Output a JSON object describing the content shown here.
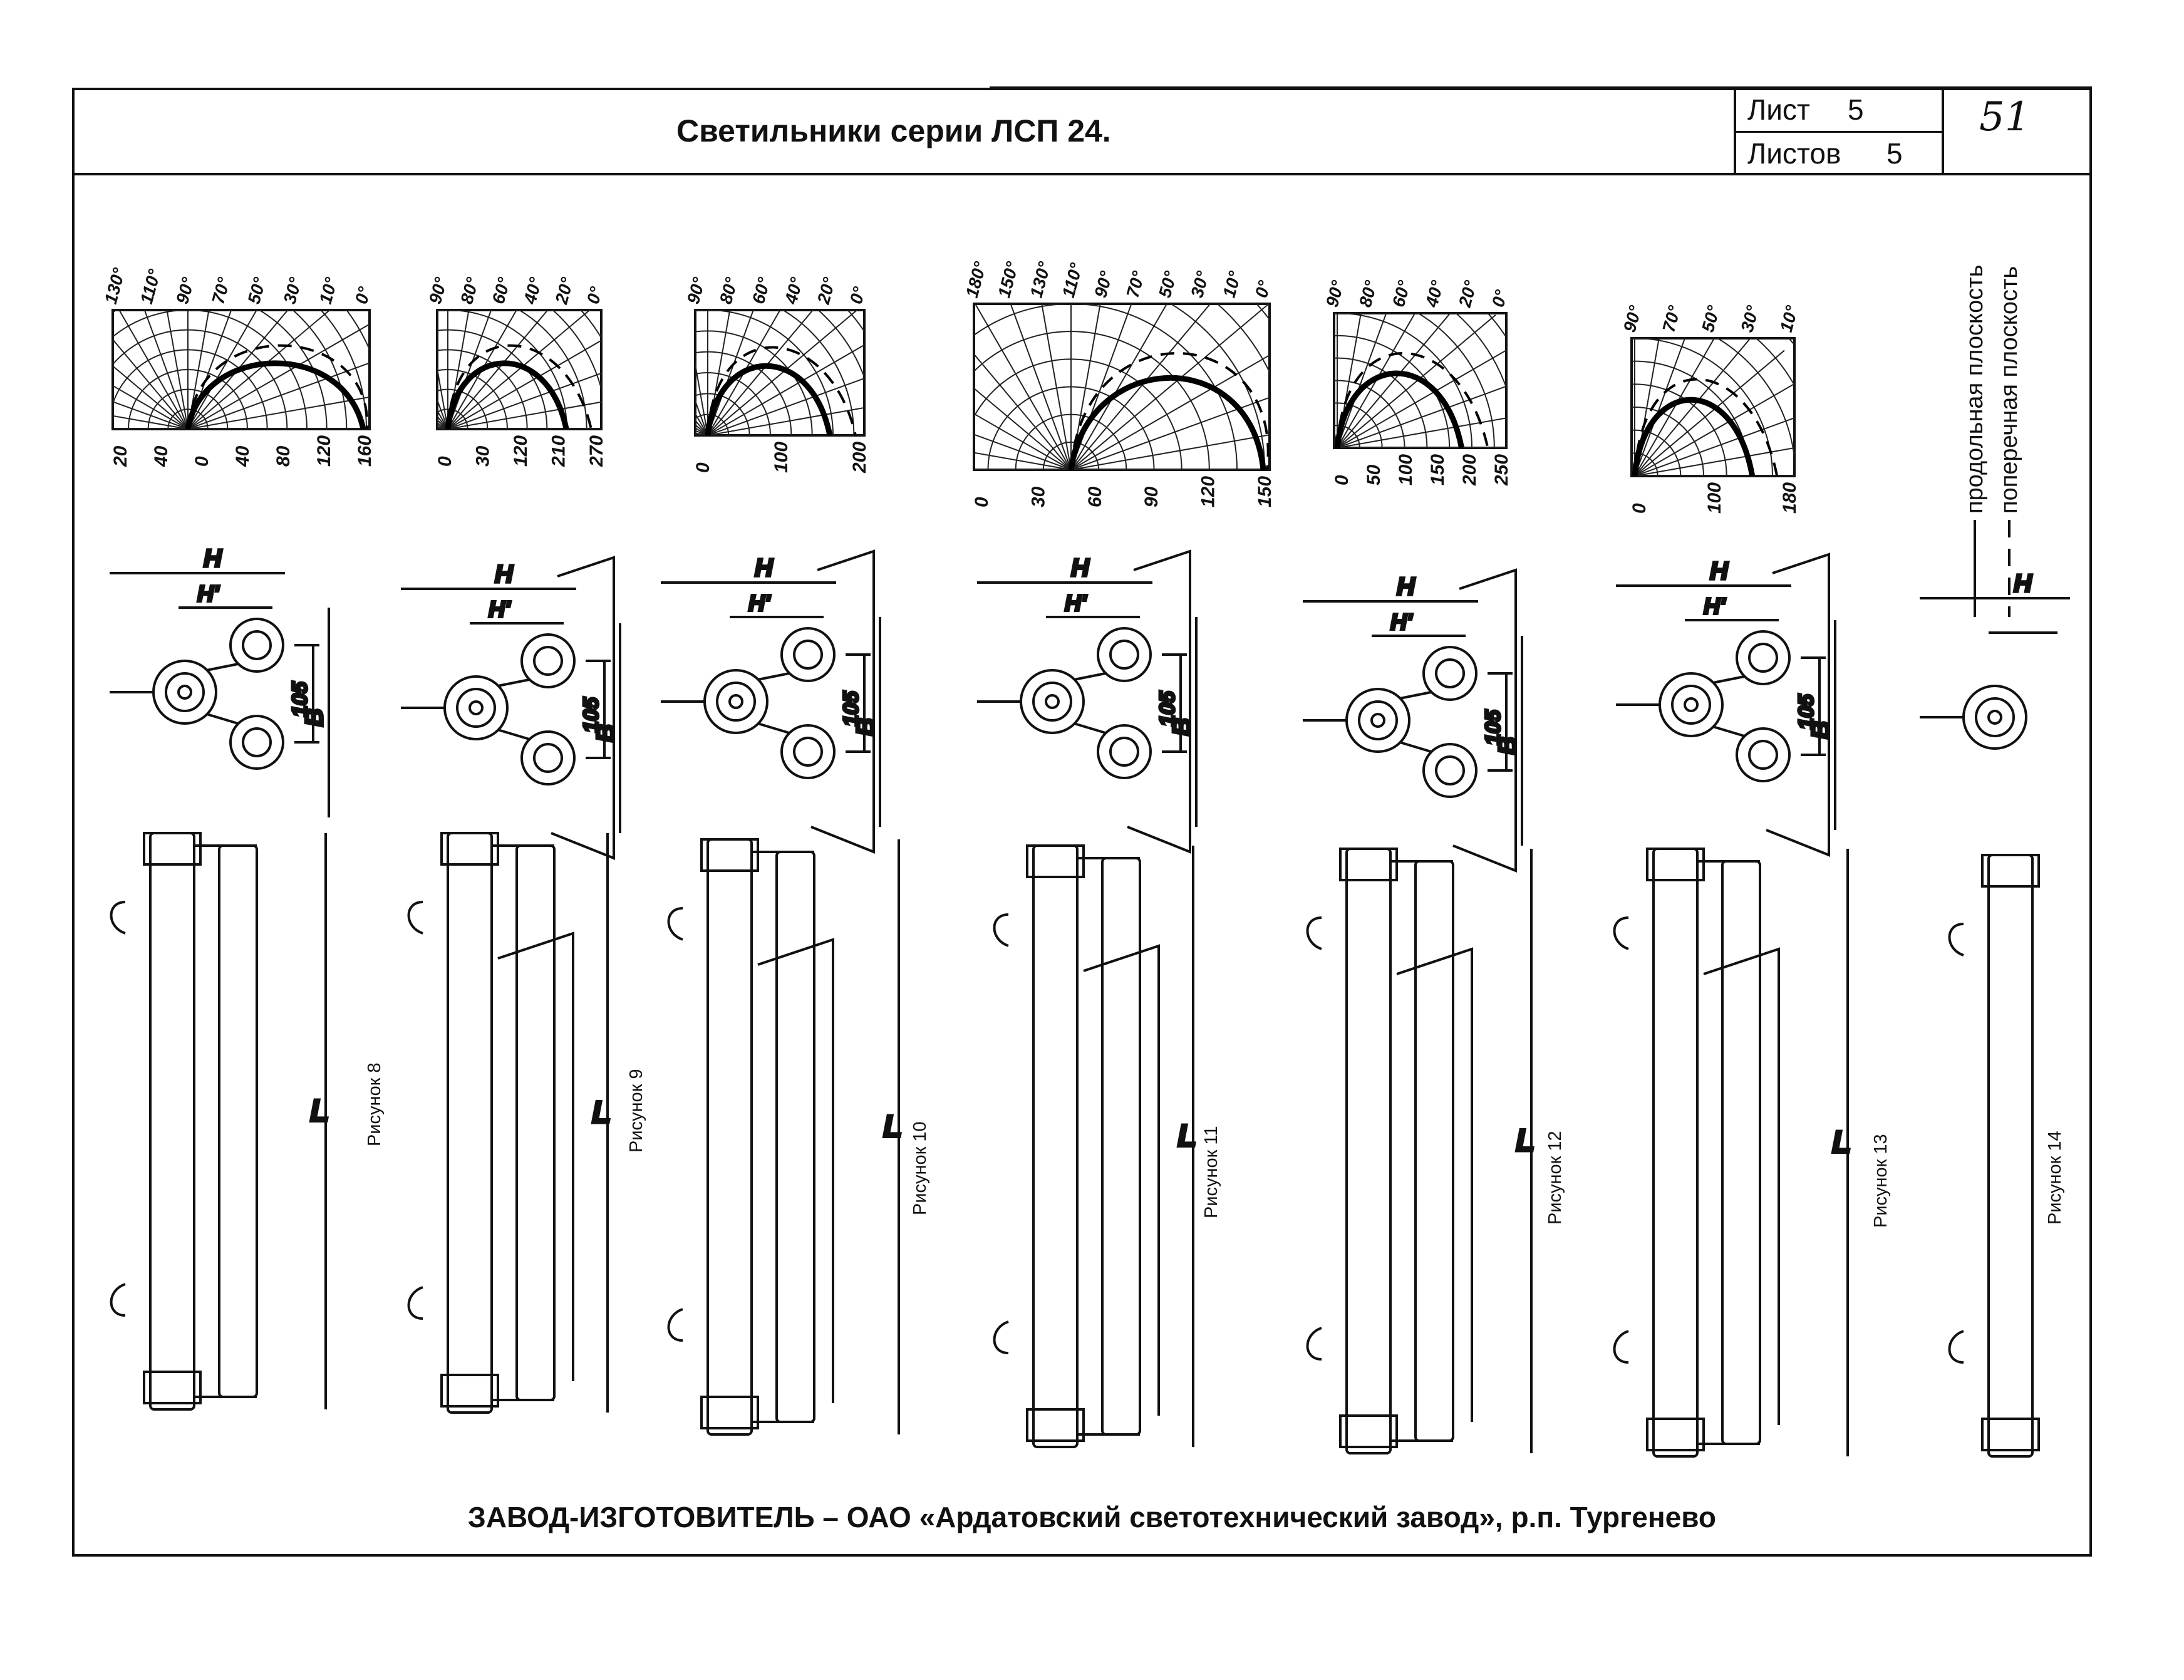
{
  "header": {
    "title": "Светильники серии ЛСП 24.",
    "sheet_label": "Лист",
    "sheet_value": "5",
    "sheets_label": "Листов",
    "sheets_value": "5",
    "handwritten_number": "51"
  },
  "legend": {
    "solid_label": "продольная плоскость",
    "dashed_label": "поперечная плоскость"
  },
  "figures": [
    {
      "label": "Рисунок 8"
    },
    {
      "label": "Рисунок 9"
    },
    {
      "label": "Рисунок 10"
    },
    {
      "label": "Рисунок 11"
    },
    {
      "label": "Рисунок 12"
    },
    {
      "label": "Рисунок 13"
    },
    {
      "label": "Рисунок 14"
    }
  ],
  "dims": {
    "h": "H",
    "h1": "H'",
    "b": "B",
    "len": "L",
    "size105": "105"
  },
  "polar_charts": [
    {
      "ticks": [
        "20",
        "40",
        "0",
        "40",
        "80",
        "120",
        "160"
      ],
      "angles": [
        "130°",
        "110°",
        "90°",
        "70°",
        "50°",
        "30°",
        "10°",
        "0°"
      ]
    },
    {
      "ticks": [
        "0",
        "30",
        "120",
        "210",
        "270"
      ],
      "angles": [
        "90°",
        "80°",
        "60°",
        "40°",
        "20°",
        "0°"
      ]
    },
    {
      "ticks": [
        "0",
        "100",
        "200"
      ],
      "angles": [
        "90°",
        "80°",
        "60°",
        "40°",
        "20°",
        "0°"
      ]
    },
    {
      "ticks": [
        "0",
        "30",
        "60",
        "90",
        "120",
        "150"
      ],
      "angles": [
        "180°",
        "150°",
        "130°",
        "110°",
        "90°",
        "70°",
        "50°",
        "30°",
        "10°",
        "0°"
      ]
    },
    {
      "ticks": [
        "0",
        "50",
        "100",
        "150",
        "200",
        "250"
      ],
      "angles": [
        "90°",
        "80°",
        "60°",
        "40°",
        "20°",
        "0°"
      ]
    },
    {
      "ticks": [
        "0",
        "100",
        "180"
      ],
      "angles": [
        "90°",
        "70°",
        "50°",
        "30°",
        "10°"
      ]
    }
  ],
  "footer": {
    "text": "ЗАВОД-ИЗГОТОВИТЕЛЬ – ОАО «Ардатовский светотехнический завод», р.п. Тургенево"
  }
}
